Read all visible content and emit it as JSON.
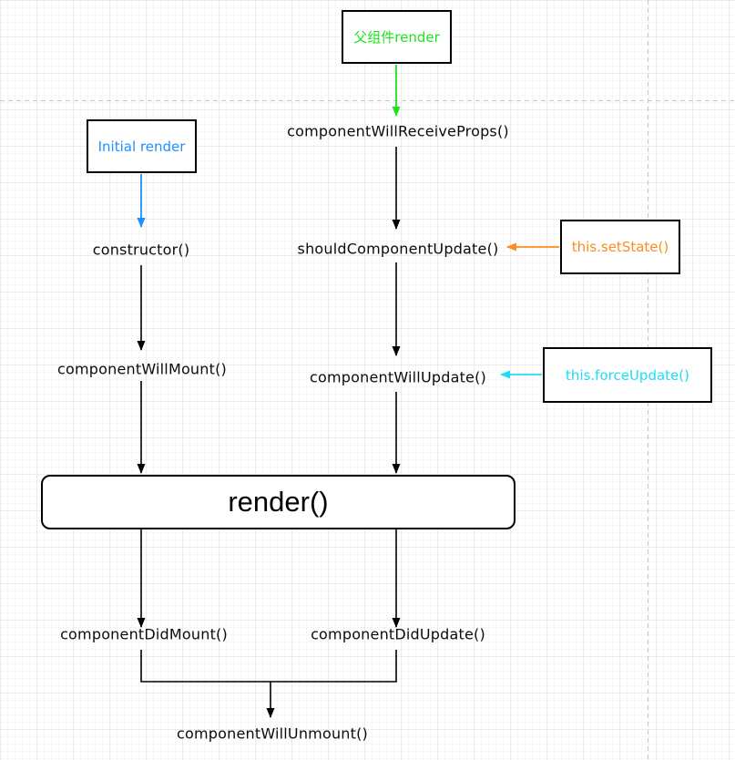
{
  "colors": {
    "green": "#1de31d",
    "blue": "#1e8fff",
    "orange": "#fb8c1e",
    "cyan": "#1edcf5",
    "flow_line": "#000000",
    "box_border": "#000000",
    "guide": "#c8c8c8"
  },
  "nodes": {
    "parent_render": {
      "label": "父组件render"
    },
    "initial_render": {
      "label": "Initial render"
    },
    "set_state": {
      "label": "this.setState()"
    },
    "force_update": {
      "label": "this.forceUpdate()"
    },
    "render": {
      "label": "render()"
    }
  },
  "labels": {
    "component_will_receive_props": "componentWillReceiveProps()",
    "should_component_update": "shouldComponentUpdate()",
    "component_will_update": "componentWillUpdate()",
    "constructor": "constructor()",
    "component_will_mount": "componentWillMount()",
    "component_did_mount": "componentDidMount()",
    "component_did_update": "componentDidUpdate()",
    "component_will_unmount": "componentWillUnmount()"
  }
}
